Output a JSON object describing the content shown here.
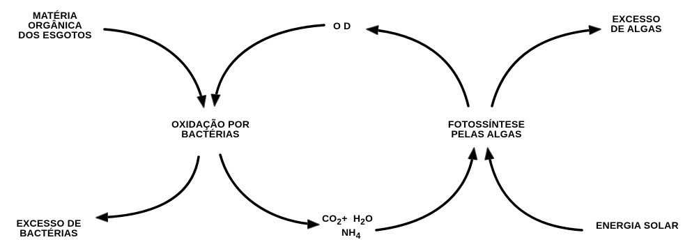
{
  "diagram": {
    "nodes": {
      "materia": [
        "MATÉRIA",
        "ORGÂNICA",
        "DOS ESGOTOS"
      ],
      "od": "O D",
      "excesso_algas": [
        "EXCESSO",
        "DE ALGAS"
      ],
      "oxidacao": [
        "OXIDAÇÃO POR",
        "BACTÉRIAS"
      ],
      "fotossintese": [
        "FOTOSSÍNTESE",
        "PELAS ALGAS"
      ],
      "excesso_bacterias": [
        "EXCESSO DE",
        "BACTÉRIAS"
      ],
      "nutrientes": {
        "co2": "CO",
        "co2_sub": "2",
        "plus": "+",
        "h2o": "H",
        "h2o_sub": "2",
        "h2o_tail": "O",
        "nh4": "NH",
        "nh4_sub": "4"
      },
      "energia": "ENERGIA SOLAR"
    },
    "edges": [
      {
        "from": "MATÉRIA ORGÂNICA DOS ESGOTOS",
        "to": "OXIDAÇÃO POR BACTÉRIAS"
      },
      {
        "from": "O D",
        "to": "OXIDAÇÃO POR BACTÉRIAS"
      },
      {
        "from": "OXIDAÇÃO POR BACTÉRIAS",
        "to": "EXCESSO DE BACTÉRIAS"
      },
      {
        "from": "OXIDAÇÃO POR BACTÉRIAS",
        "to": "CO2 + H2O NH4"
      },
      {
        "from": "CO2 + H2O NH4",
        "to": "FOTOSSÍNTESE PELAS ALGAS"
      },
      {
        "from": "ENERGIA SOLAR",
        "to": "FOTOSSÍNTESE PELAS ALGAS"
      },
      {
        "from": "FOTOSSÍNTESE PELAS ALGAS",
        "to": "O D"
      },
      {
        "from": "FOTOSSÍNTESE PELAS ALGAS",
        "to": "EXCESSO DE ALGAS"
      }
    ],
    "colors": {
      "ink": "#000000",
      "background": "#ffffff",
      "arrow_edge": "#555555"
    }
  }
}
